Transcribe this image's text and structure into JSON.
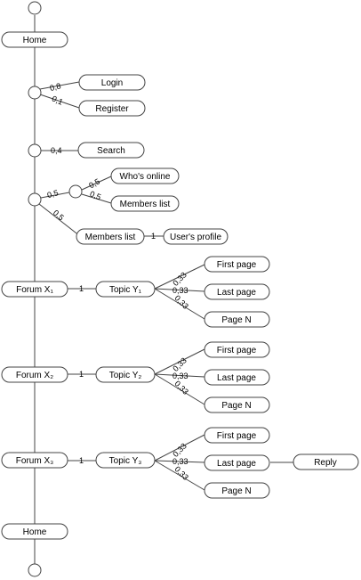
{
  "colors": {
    "stroke": "#444444",
    "node_fill": "#ffffff",
    "text": "#000000",
    "background": "#ffffff"
  },
  "nodes": {
    "home_top": "Home",
    "login": "Login",
    "register": "Register",
    "search": "Search",
    "whos_online": "Who's online",
    "members_list_a": "Members list",
    "members_list_b": "Members list",
    "users_profile": "User's profile",
    "forum_x1": "Forum X₁",
    "topic_y1": "Topic Y₁",
    "first_page_1": "First page",
    "last_page_1": "Last page",
    "page_n_1": "Page N",
    "forum_x2": "Forum X₂",
    "topic_y2": "Topic Y₂",
    "first_page_2": "First page",
    "last_page_2": "Last page",
    "page_n_2": "Page N",
    "forum_x3": "Forum X₃",
    "topic_y3": "Topic Y₃",
    "first_page_3": "First page",
    "last_page_3": "Last page",
    "page_n_3": "Page N",
    "reply": "Reply",
    "home_bottom": "Home"
  },
  "edges": {
    "login": "0,8",
    "register": "0,1",
    "search": "0,4",
    "branch_members": "0,5",
    "whos_online": "0,5",
    "members_list_a": "0,5",
    "members_list_b": "0,5",
    "profile": "1",
    "forum_x1_topic": "1",
    "t1_first": "0,33",
    "t1_last": "0,33",
    "t1_pagen": "0,33",
    "forum_x2_topic": "1",
    "t2_first": "0,33",
    "t2_last": "0,33",
    "t2_pagen": "0,33",
    "forum_x3_topic": "1",
    "t3_first": "0,33",
    "t3_last": "0,33",
    "t3_pagen": "0,33"
  }
}
